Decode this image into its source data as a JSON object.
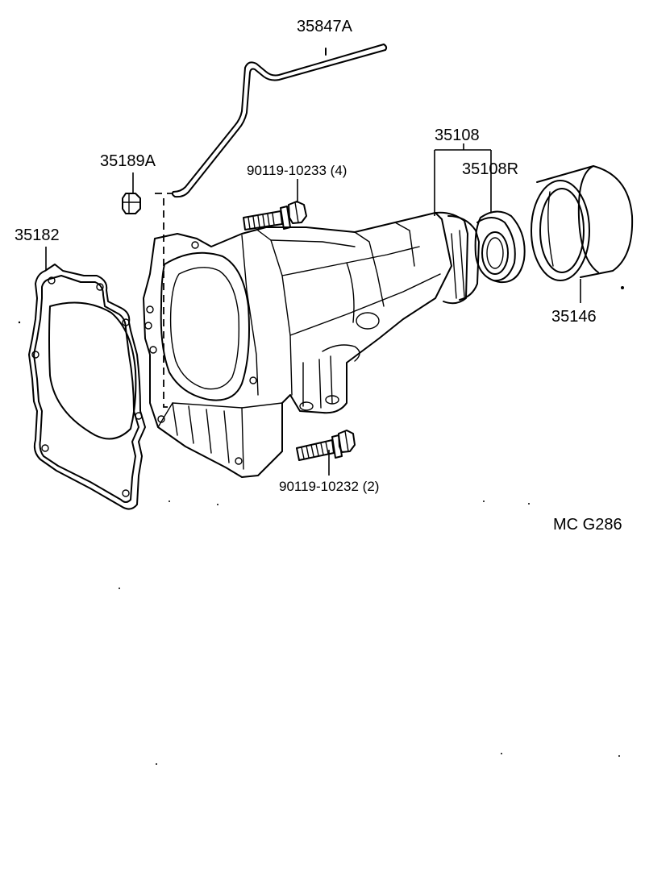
{
  "diagram": {
    "code": "MC  G286",
    "parts": {
      "breather_tube": "35847A",
      "plug": "35189A",
      "bolt_upper": "90119-10233 (4)",
      "gasket": "35182",
      "extension_housing_assy": "35108",
      "oil_seal": "35108R",
      "dust_deflector": "35146",
      "bolt_lower": "90119-10232 (2)"
    }
  }
}
